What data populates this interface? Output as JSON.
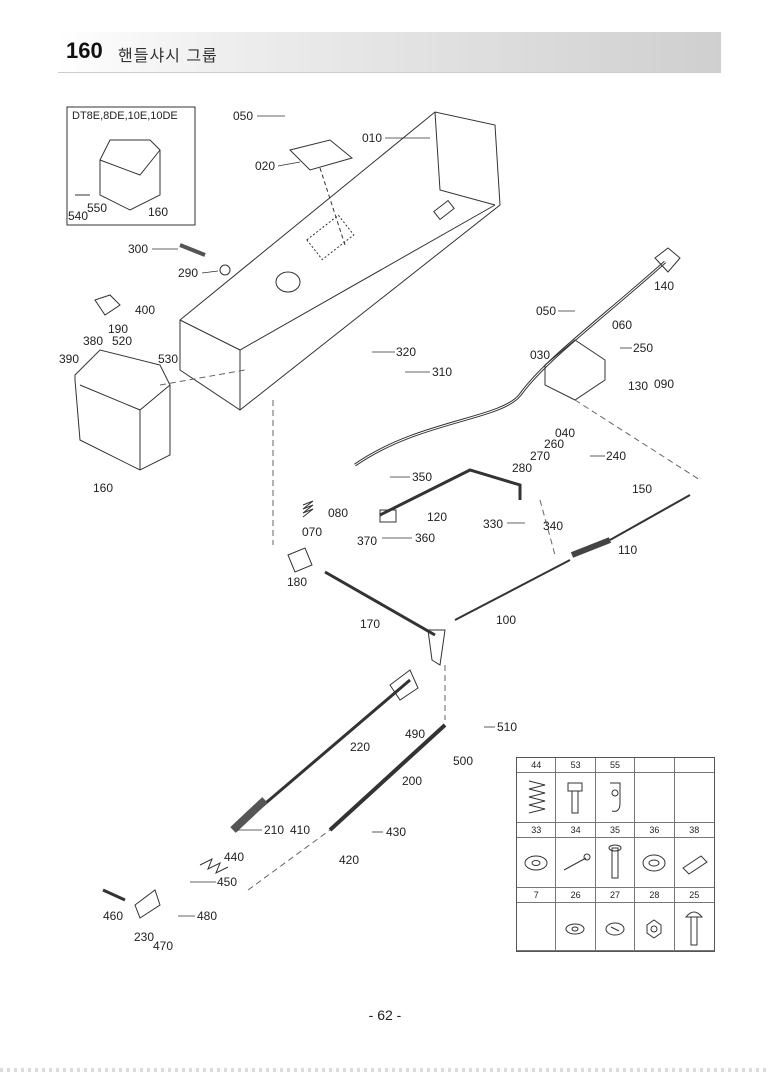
{
  "header": {
    "section_number": "160",
    "section_title": "핸들샤시 그룹"
  },
  "inset": {
    "models": "DT8E,8DE,10E,10DE"
  },
  "labels": {
    "l010": "010",
    "l020": "020",
    "l050a": "050",
    "l050b": "050",
    "l030": "030",
    "l040": "040",
    "l060": "060",
    "l070": "070",
    "l080": "080",
    "l090": "090",
    "l100": "100",
    "l110": "110",
    "l120": "120",
    "l130": "130",
    "l140": "140",
    "l150": "150",
    "l160a": "160",
    "l160b": "160",
    "l170": "170",
    "l180": "180",
    "l190": "190",
    "l200": "200",
    "l210": "210",
    "l220": "220",
    "l230": "230",
    "l240": "240",
    "l250": "250",
    "l260": "260",
    "l270": "270",
    "l280": "280",
    "l290": "290",
    "l300": "300",
    "l310": "310",
    "l320": "320",
    "l330": "330",
    "l340": "340",
    "l350": "350",
    "l360": "360",
    "l370": "370",
    "l380": "380",
    "l390": "390",
    "l400": "400",
    "l410": "410",
    "l420": "420",
    "l430": "430",
    "l440": "440",
    "l450": "450",
    "l460": "460",
    "l470": "470",
    "l480": "480",
    "l490": "490",
    "l500": "500",
    "l510": "510",
    "l520": "520",
    "l530": "530",
    "l540": "540",
    "l550": "550"
  },
  "legend": {
    "row1": [
      "44",
      "53",
      "55",
      "",
      ""
    ],
    "row2": [
      "33",
      "34",
      "35",
      "36",
      "38"
    ],
    "row3": [
      "7",
      "26",
      "27",
      "28",
      "25"
    ]
  },
  "footer": {
    "page": "- 62 -"
  }
}
